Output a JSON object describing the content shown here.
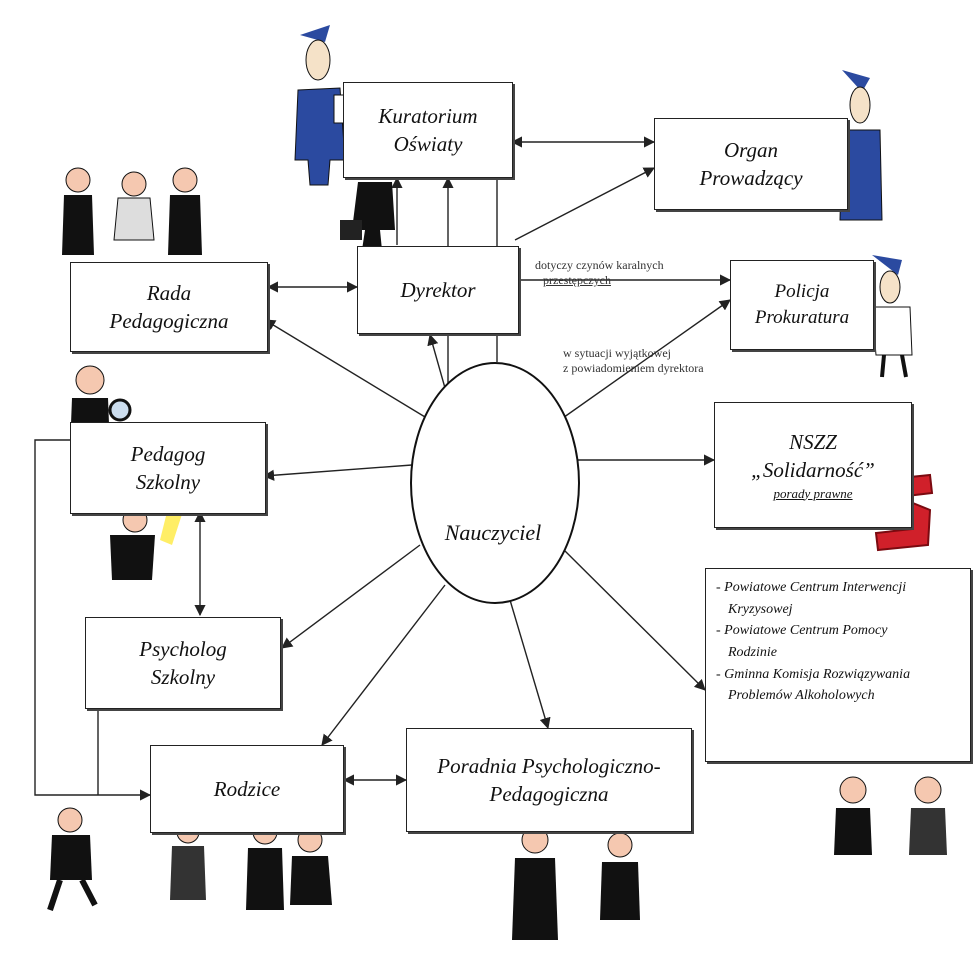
{
  "center": {
    "label": "Nauczyciel"
  },
  "nodes": {
    "kuratorium": [
      "Kuratorium",
      "Oświaty"
    ],
    "organ": [
      "Organ",
      "Prowadzący"
    ],
    "rada": [
      "Rada",
      "Pedagogiczna"
    ],
    "dyrektor": [
      "Dyrektor"
    ],
    "policja": [
      "Policja",
      "Prokuratura"
    ],
    "nszz": [
      "NSZZ",
      "„Solidarność”",
      "porady prawne"
    ],
    "pedagog": [
      "Pedagog",
      "Szkolny"
    ],
    "psycholog": [
      "Psycholog",
      "Szkolny"
    ],
    "rodzice": [
      "Rodzice"
    ],
    "poradnia": [
      "Poradnia Psychologiczno-",
      "Pedagogiczna"
    ]
  },
  "edge_labels": {
    "dyrektor_policja": [
      "dotyczy czynów karalnych",
      "przestępczych"
    ],
    "nauczyciel_policja": [
      "w sytuacji wyjątkowej",
      "z powiadomieniem dyrektora"
    ]
  },
  "services": [
    "- Powiatowe Centrum Interwencji",
    "Kryzysowej",
    "- Powiatowe Centrum Pomocy",
    "Rodzinie",
    "- Gminna  Komisja Rozwiązywania",
    "Problemów Alkoholowych"
  ],
  "colors": {
    "line": "#222222",
    "figure_blue": "#2b4aa0",
    "solidarnosc_red": "#d0202a"
  }
}
